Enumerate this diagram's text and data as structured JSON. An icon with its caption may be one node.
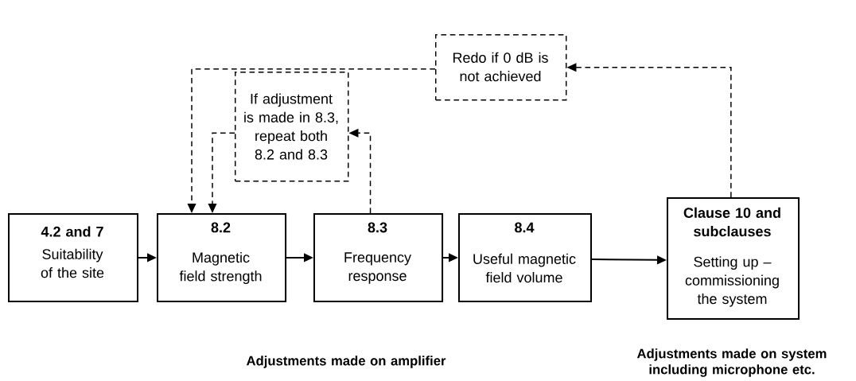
{
  "diagram": {
    "nodes": [
      {
        "text": [
          "4.2 and 7",
          "Suitability of the site"
        ]
      },
      {
        "text": [
          "8.2",
          "Magnetic field strength"
        ]
      },
      {
        "text": [
          "8.3",
          "Frequency response"
        ]
      },
      {
        "text": [
          "8.4",
          "Useful magnetic field volume"
        ]
      },
      {
        "text": [
          "Clause 10 and subclauses",
          "Setting up – commissioning the system"
        ]
      },
      {
        "text": [
          "Redo if 0 dB is not achieved"
        ]
      },
      {
        "text": [
          "If adjustment is made in 8.3, repeat both 8.2 and 8.3"
        ]
      }
    ],
    "edges": [
      {
        "from": 0,
        "to": 1,
        "arrow": "to"
      },
      {
        "from": 1,
        "to": 2,
        "arrow": "to"
      },
      {
        "from": 2,
        "to": 3,
        "arrow": "to"
      },
      {
        "from": 3,
        "to": 4,
        "arrow": "to"
      },
      {
        "from": 4,
        "to": 5,
        "arrow": "to",
        "style": "dashed"
      },
      {
        "from": 5,
        "to": 1,
        "arrow": "to",
        "style": "dashed"
      },
      {
        "from": 2,
        "to": 6,
        "arrow": "to",
        "style": "dashed"
      },
      {
        "from": 6,
        "to": 1,
        "arrow": "to",
        "style": "dashed"
      }
    ],
    "labels": [
      "Adjustments made on amplifier",
      "Adjustments made on system including microphone etc."
    ]
  }
}
